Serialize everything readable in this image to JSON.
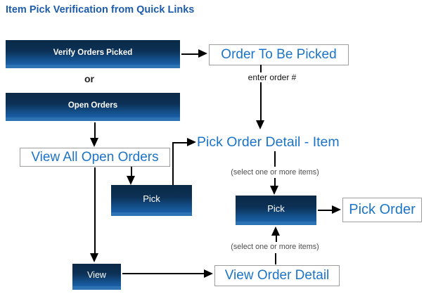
{
  "title": "Item Pick Verification from Quick Links",
  "buttons": {
    "verify_orders_picked": "Verify Orders Picked",
    "open_orders": "Open Orders",
    "pick_left": "Pick",
    "pick_right": "Pick",
    "view": "View"
  },
  "link_boxes": {
    "order_to_be_picked": "Order To Be Picked",
    "view_all_open_orders": "View All Open Orders",
    "pick_order": "Pick Order",
    "view_order_detail": "View Order Detail"
  },
  "labels": {
    "or": "or",
    "enter_order": "enter order #",
    "pick_order_detail_item": "Pick Order Detail - Item",
    "select_items_top": "(select one or more items)",
    "select_items_bottom": "(select one or more items)"
  },
  "colors": {
    "title_blue": "#1d5bab",
    "link_blue": "#1b74c8",
    "button_gradient_top": "#0a2945",
    "button_gradient_bottom": "#1a5fa6",
    "button_base_strip": "#2d72b2",
    "box_border": "#9e9e9e",
    "note_gray": "#4d4d4d",
    "arrow_black": "#000000"
  }
}
